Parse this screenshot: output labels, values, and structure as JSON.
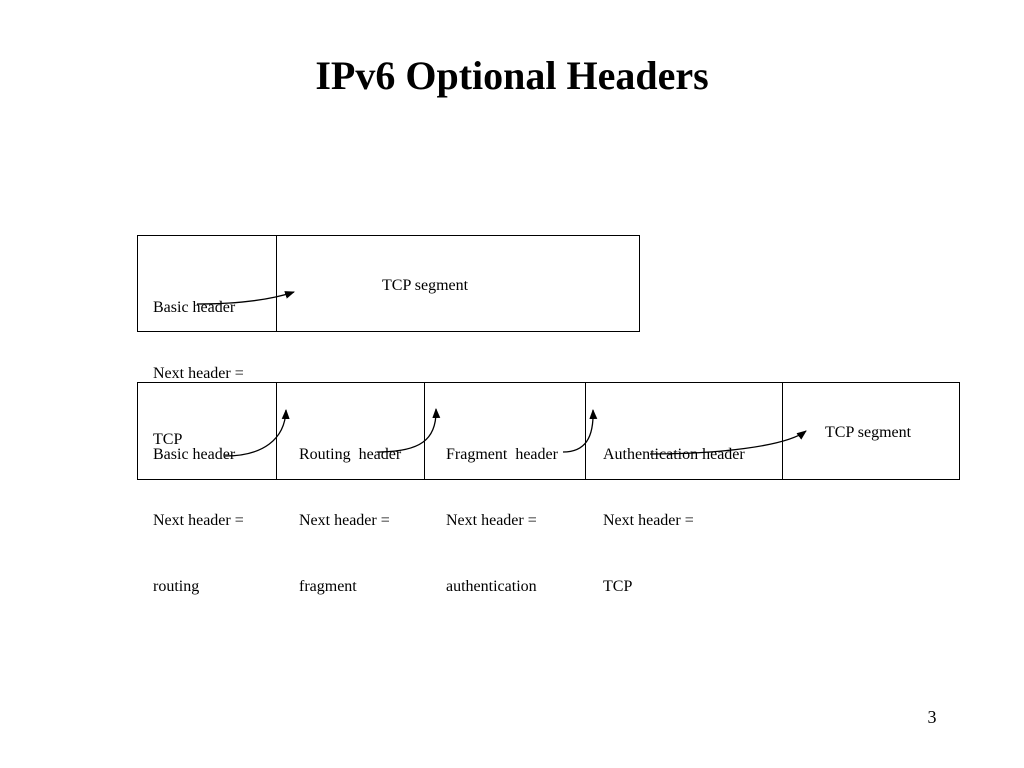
{
  "title": "IPv6 Optional Headers",
  "page_number": "3",
  "diagram_1": {
    "header": [
      "Basic header",
      "Next header =",
      "TCP"
    ],
    "segment": "TCP segment"
  },
  "diagram_2": {
    "basic": [
      "Basic header",
      "Next header =",
      "routing"
    ],
    "routing": [
      "Routing  header",
      "Next header =",
      "fragment"
    ],
    "fragment": [
      "Fragment  header",
      "Next header =",
      "authentication"
    ],
    "authentication": [
      "Authentication header",
      "Next header =",
      "TCP"
    ],
    "segment": "TCP segment"
  }
}
